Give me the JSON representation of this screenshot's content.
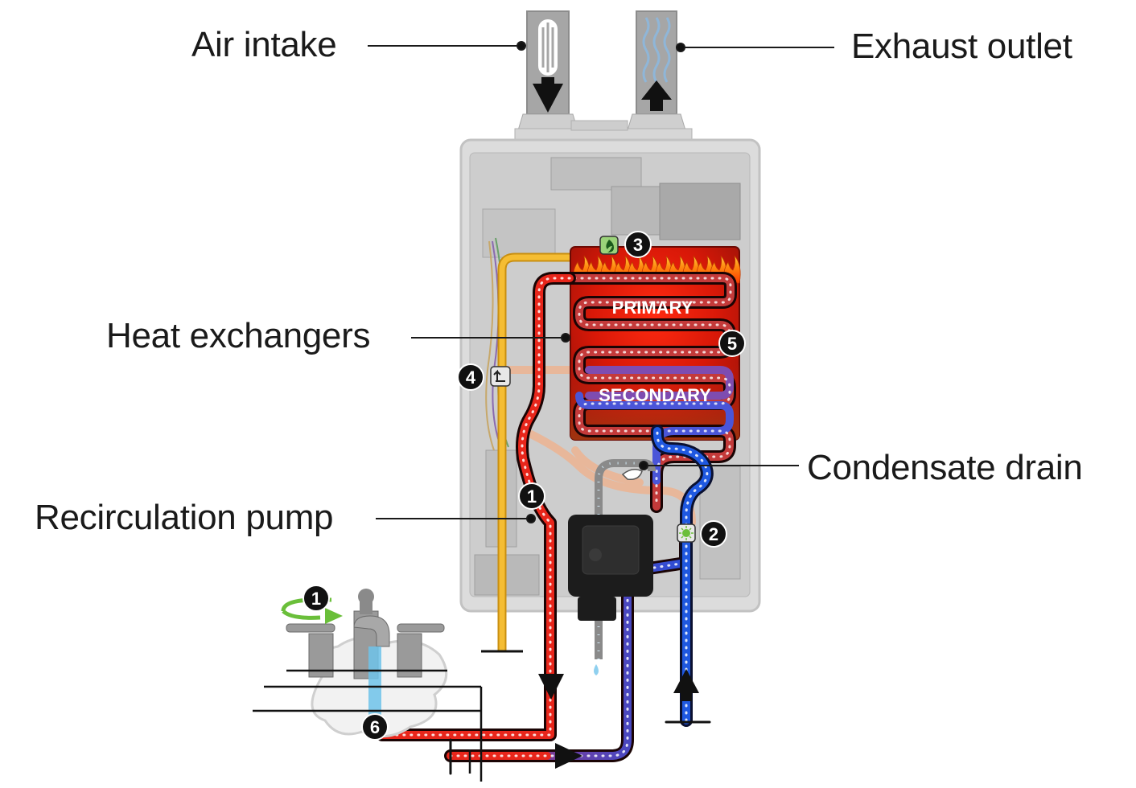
{
  "labels": {
    "air_intake": "Air intake",
    "exhaust_outlet": "Exhaust outlet",
    "heat_exchangers": "Heat exchangers",
    "condensate_drain": "Condensate drain",
    "recirculation_pump": "Recirculation pump"
  },
  "exchangers": {
    "primary": "PRIMARY",
    "secondary": "SECONDARY"
  },
  "markers": [
    "1",
    "2",
    "3",
    "4",
    "5",
    "6"
  ],
  "colors": {
    "hot_water": "#e8261b",
    "cold_water": "#1f58e0",
    "mixed_water": "#6b3fa6",
    "gas_line": "#f2b52b",
    "copper_pipe": "#e8b79a",
    "flame": "#ff7a10",
    "unit_body": "#d9d9d9",
    "marker_bg": "#111111",
    "valve_green": "#6abf3a"
  },
  "icons": {
    "air_intake": "intake-duct-icon",
    "exhaust": "exhaust-duct-icon",
    "flame_sensor": "flame-sensor-icon",
    "flow_sensor": "flow-sensor-icon",
    "gas_valve": "gas-valve-icon",
    "faucet": "faucet-icon"
  }
}
